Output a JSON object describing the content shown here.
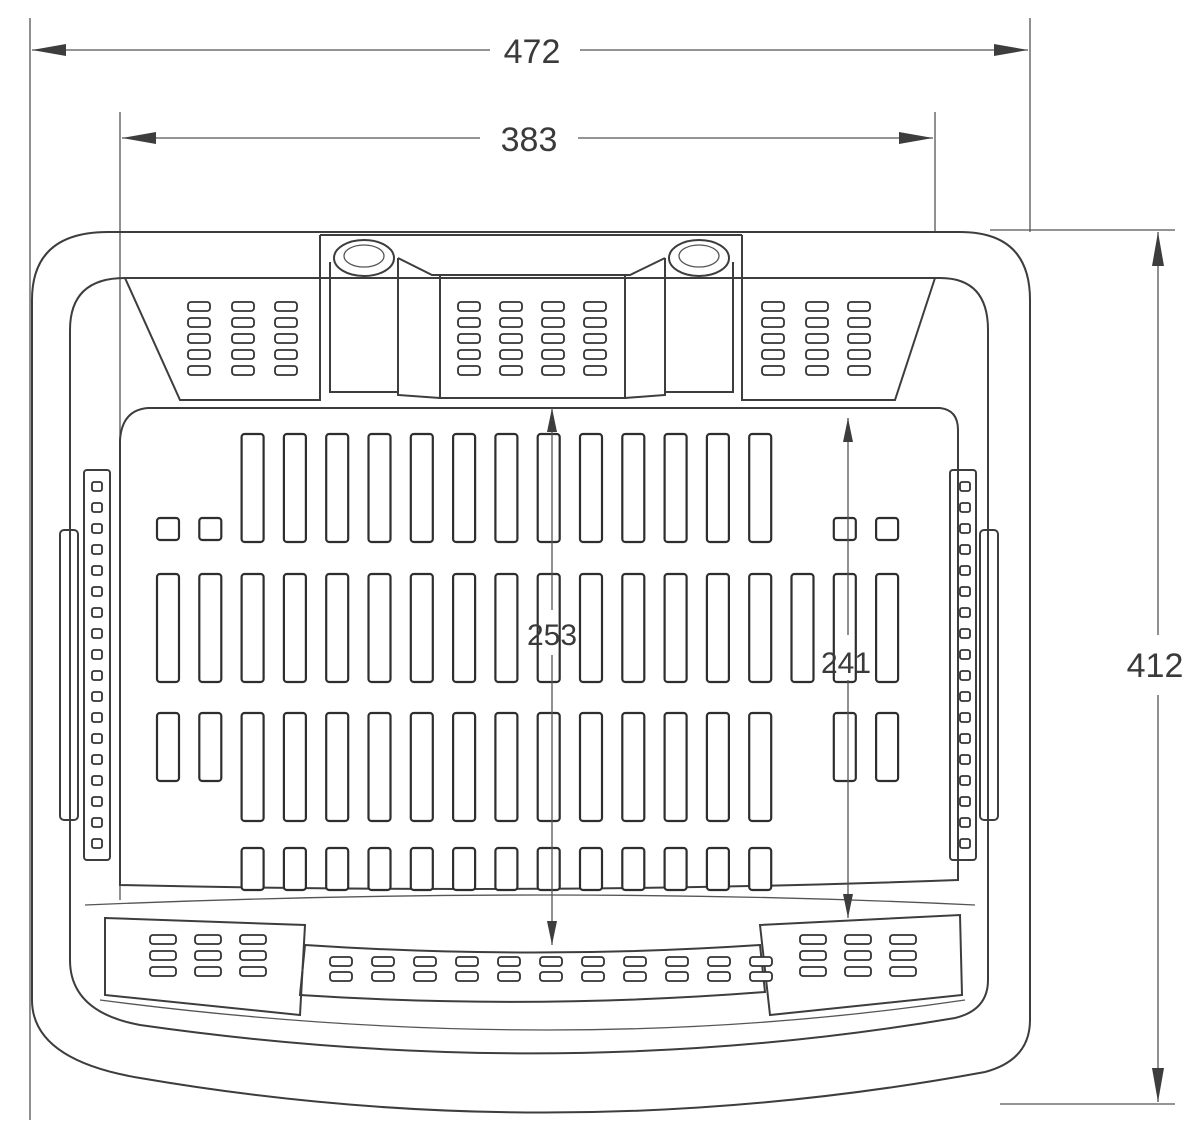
{
  "dimensions": {
    "outer_width": "472",
    "inner_width": "383",
    "outer_depth": "412",
    "inner_depth_a": "253",
    "inner_depth_b": "241"
  },
  "colors": {
    "line": "#3d3d3d",
    "background": "#ffffff"
  }
}
